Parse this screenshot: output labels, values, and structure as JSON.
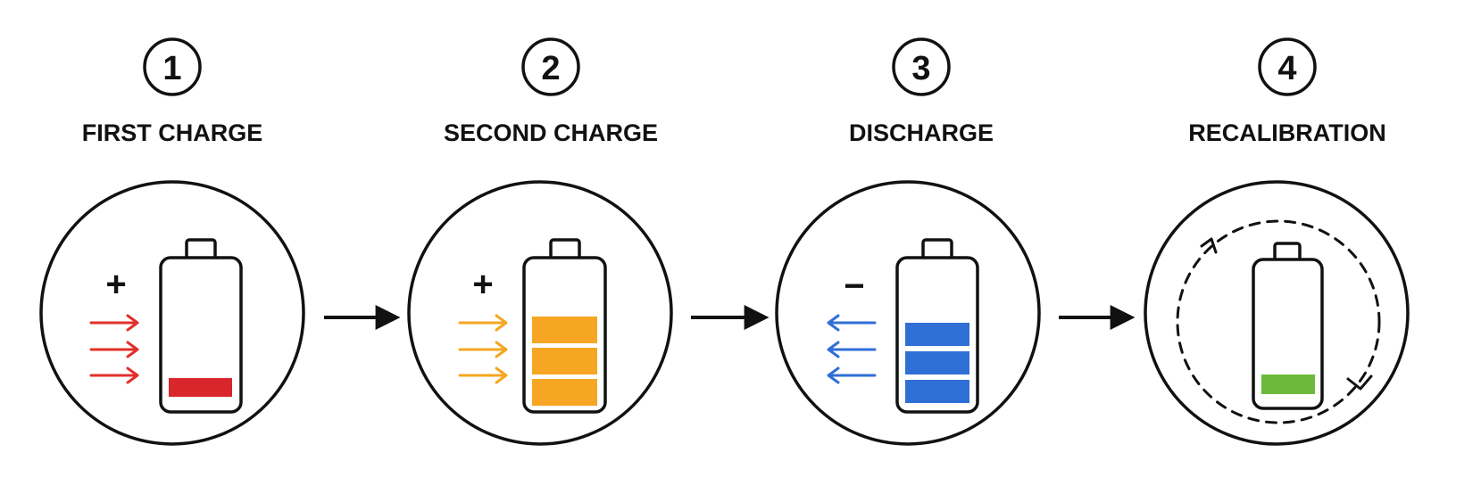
{
  "steps": [
    {
      "number": "1",
      "title": "FIRST CHARGE",
      "sign": "+",
      "arrow_direction": "in",
      "arrow_color": "#e0302a",
      "fill_color": "#d9262c",
      "fill_level": "low",
      "icon": "battery-charging-icon"
    },
    {
      "number": "2",
      "title": "SECOND CHARGE",
      "sign": "+",
      "arrow_direction": "in",
      "arrow_color": "#f5a623",
      "fill_color": "#f6a623",
      "fill_level": "3 bars",
      "icon": "battery-charging-icon"
    },
    {
      "number": "3",
      "title": "DISCHARGE",
      "sign": "−",
      "arrow_direction": "out",
      "arrow_color": "#2f6fd6",
      "fill_color": "#2f6fd6",
      "fill_level": "3 bars",
      "icon": "battery-discharging-icon"
    },
    {
      "number": "4",
      "title": "RECALIBRATION",
      "sign": "",
      "arrow_direction": "cycle",
      "arrow_color": "#111111",
      "fill_color": "#6dba3a",
      "fill_level": "low",
      "icon": "battery-recalibrate-icon"
    }
  ],
  "connector_color": "#111111"
}
